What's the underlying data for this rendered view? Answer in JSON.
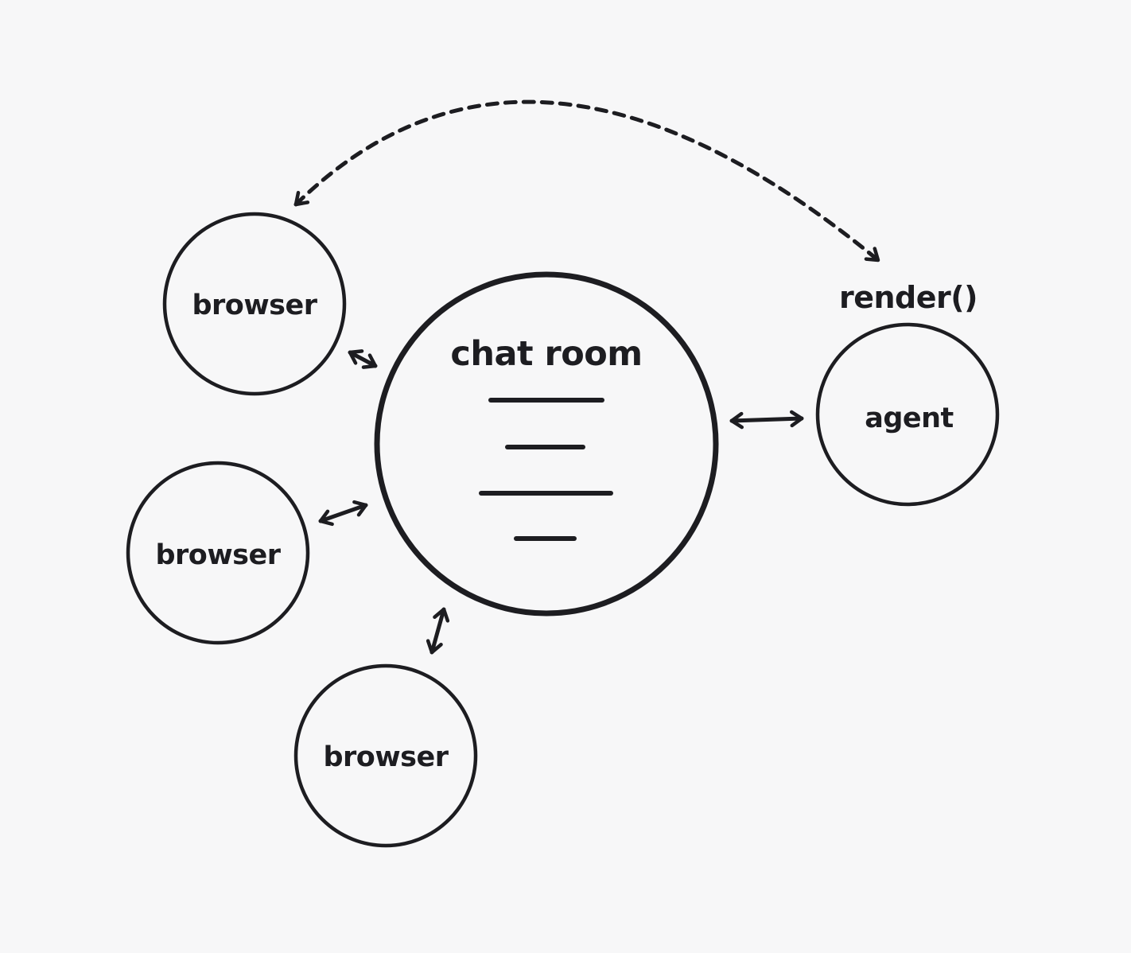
{
  "colors": {
    "background": "#f7f7f8",
    "ink": "#1d1d21"
  },
  "nodes": {
    "chat_room": {
      "label": "chat room"
    },
    "browser_top": {
      "label": "browser"
    },
    "browser_middle": {
      "label": "browser"
    },
    "browser_bottom": {
      "label": "browser"
    },
    "agent": {
      "label": "agent"
    }
  },
  "annotations": {
    "render_label": "render()"
  }
}
